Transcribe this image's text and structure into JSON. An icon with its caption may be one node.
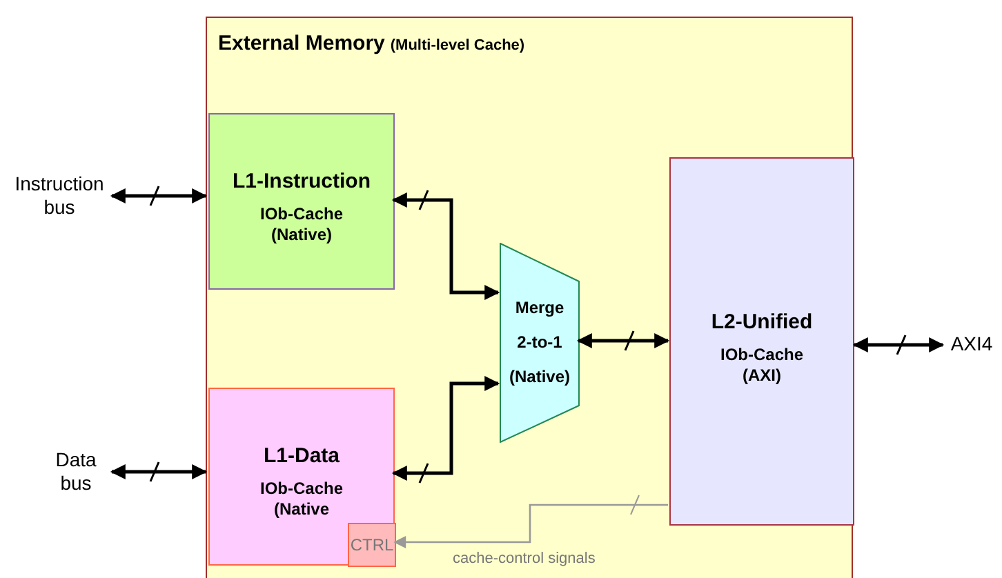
{
  "diagram": {
    "nodes": [
      {
        "text": [
          "External Memory",
          "(Multi-level Cache)"
        ]
      },
      {
        "text": [
          "Instruction bus"
        ]
      },
      {
        "text": [
          "L1-Instruction",
          "IOb-Cache (Native)"
        ],
        "in": 0
      },
      {
        "text": [
          "Data bus"
        ]
      },
      {
        "text": [
          "L1-Data",
          "IOb-Cache (Native"
        ],
        "in": 0
      },
      {
        "text": [
          "CTRL"
        ],
        "in": 4
      },
      {
        "text": [
          "Merge",
          "2-to-1",
          "(Native)"
        ],
        "in": 0
      },
      {
        "text": [
          "L2-Unified",
          "IOb-Cache (AXI)"
        ],
        "in": 0
      },
      {
        "text": [
          "AXI4"
        ]
      }
    ],
    "edges": [
      {
        "from": 1,
        "to": 2,
        "arrow": "both"
      },
      {
        "from": 3,
        "to": 4,
        "arrow": "both"
      },
      {
        "from": 2,
        "to": 6,
        "arrow": "both"
      },
      {
        "from": 4,
        "to": 6,
        "arrow": "both"
      },
      {
        "from": 6,
        "to": 7,
        "arrow": "both"
      },
      {
        "from": 7,
        "to": 8,
        "arrow": "both"
      },
      {
        "from": 7,
        "to": 5,
        "arrow": "to",
        "label": "cache-control signals",
        "color": "#999999"
      }
    ]
  }
}
